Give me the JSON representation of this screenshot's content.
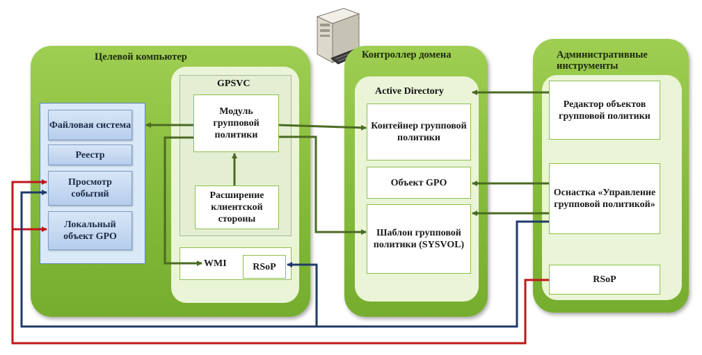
{
  "panels": {
    "target": {
      "title": "Целевой компьютер"
    },
    "domain": {
      "title": "Контроллер домена"
    },
    "admin": {
      "title": "Административные инструменты"
    }
  },
  "gpsvc": {
    "title": "GPSVC",
    "module": "Модуль групповой политики",
    "extension": "Расширение клиентской стороны",
    "wmi": "WMI",
    "rsop": "RSoP"
  },
  "local": {
    "filesystem": "Файловая система",
    "registry": "Реестр",
    "eventviewer": "Просмотр событий",
    "localgpo": "Локальный объект GPO"
  },
  "domain": {
    "ad_title": "Active Directory",
    "container": "Контейнер групповой политики",
    "gpo": "Объект GPO",
    "template": "Шаблон групповой политики (SYSVOL)"
  },
  "admin": {
    "editor": "Редактор объектов групповой политики",
    "snapin": "Оснастка «Управление групповой политикой»",
    "rsop": "RSoP"
  },
  "colors": {
    "green_arrow": "#4a6a22",
    "red_line": "#c0151b",
    "blue_line": "#1f3a6a"
  }
}
